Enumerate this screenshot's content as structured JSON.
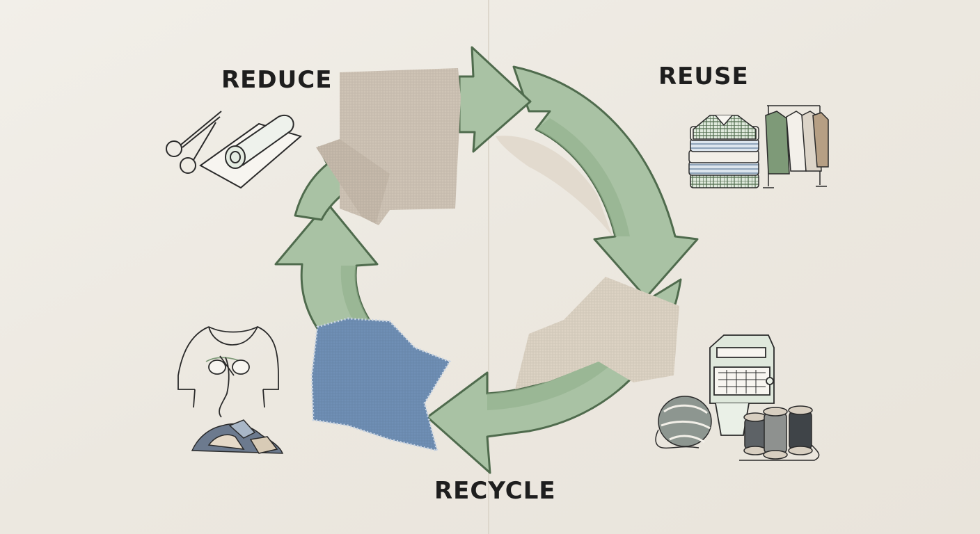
{
  "labels": {
    "reduce": "REDUCE",
    "reuse": "REUSE",
    "recycle": "RECYCLE"
  },
  "colors": {
    "background": "#efebe4",
    "arrow_fill": "#a9c2a4",
    "arrow_inner": "#94b28f",
    "arrow_stroke": "#4f6b4d",
    "text": "#1e1e1e",
    "linen": "#cfc4b6",
    "denim": "#6f8fb5",
    "cream_fabric": "#e2d9cc"
  },
  "icons": {
    "reduce": [
      "scissors-icon",
      "fabric-roll-icon"
    ],
    "reuse": [
      "folded-shirts-icon",
      "clothing-rack-icon"
    ],
    "mend": [
      "sewing-by-hand-icon",
      "fabric-scraps-pile-icon"
    ],
    "recycle": [
      "textile-machine-icon",
      "thread-spools-icon",
      "yarn-ball-icon"
    ]
  }
}
